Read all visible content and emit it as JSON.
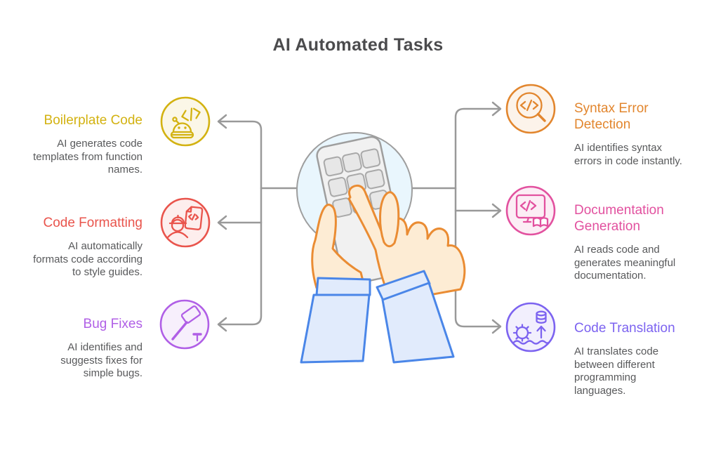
{
  "title": "AI Automated Tasks",
  "palette": {
    "title_text": "#4b4b4d",
    "body_text": "#58595b",
    "connector": "#999999",
    "skin": "#fdecd4",
    "skin_outline": "#ea8c33",
    "sleeve": "#e1ebfc",
    "sleeve_outline": "#4a86e8",
    "device": "#f1f1f1",
    "device_outline": "#9e9e9e",
    "halo": "#e9f6fd"
  },
  "center_illustration": {
    "name": "hands-using-device",
    "description_of_art": "two hands with blue sleeves operating a handheld keypad device over a light blue circle"
  },
  "items": {
    "left": [
      {
        "id": "boilerplate-code",
        "title": "Boilerplate Code",
        "description": "AI generates code\ntemplates from function\nnames.",
        "color": "#d3b211",
        "icon": "robot-code-icon"
      },
      {
        "id": "code-formatting",
        "title": "Code Formatting",
        "description": "AI automatically\nformats code according\nto style guides.",
        "color": "#e9544c",
        "icon": "engineer-document-icon"
      },
      {
        "id": "bug-fixes",
        "title": "Bug Fixes",
        "description": "AI identifies and\nsuggests fixes for\nsimple bugs.",
        "color": "#b05fe6",
        "icon": "hammer-nail-icon"
      }
    ],
    "right": [
      {
        "id": "syntax-error-detection",
        "title": "Syntax Error\nDetection",
        "description": "AI identifies syntax\nerrors in code instantly.",
        "color": "#e2862e",
        "icon": "magnifier-code-icon"
      },
      {
        "id": "documentation-generation",
        "title": "Documentation\nGeneration",
        "description": "AI reads code and\ngenerates meaningful\ndocumentation.",
        "color": "#e2519f",
        "icon": "monitor-book-icon"
      },
      {
        "id": "code-translation",
        "title": "Code Translation",
        "description": "AI translates code\nbetween different\nprogramming\nlanguages.",
        "color": "#7c63f0",
        "icon": "gear-database-icon"
      }
    ]
  }
}
